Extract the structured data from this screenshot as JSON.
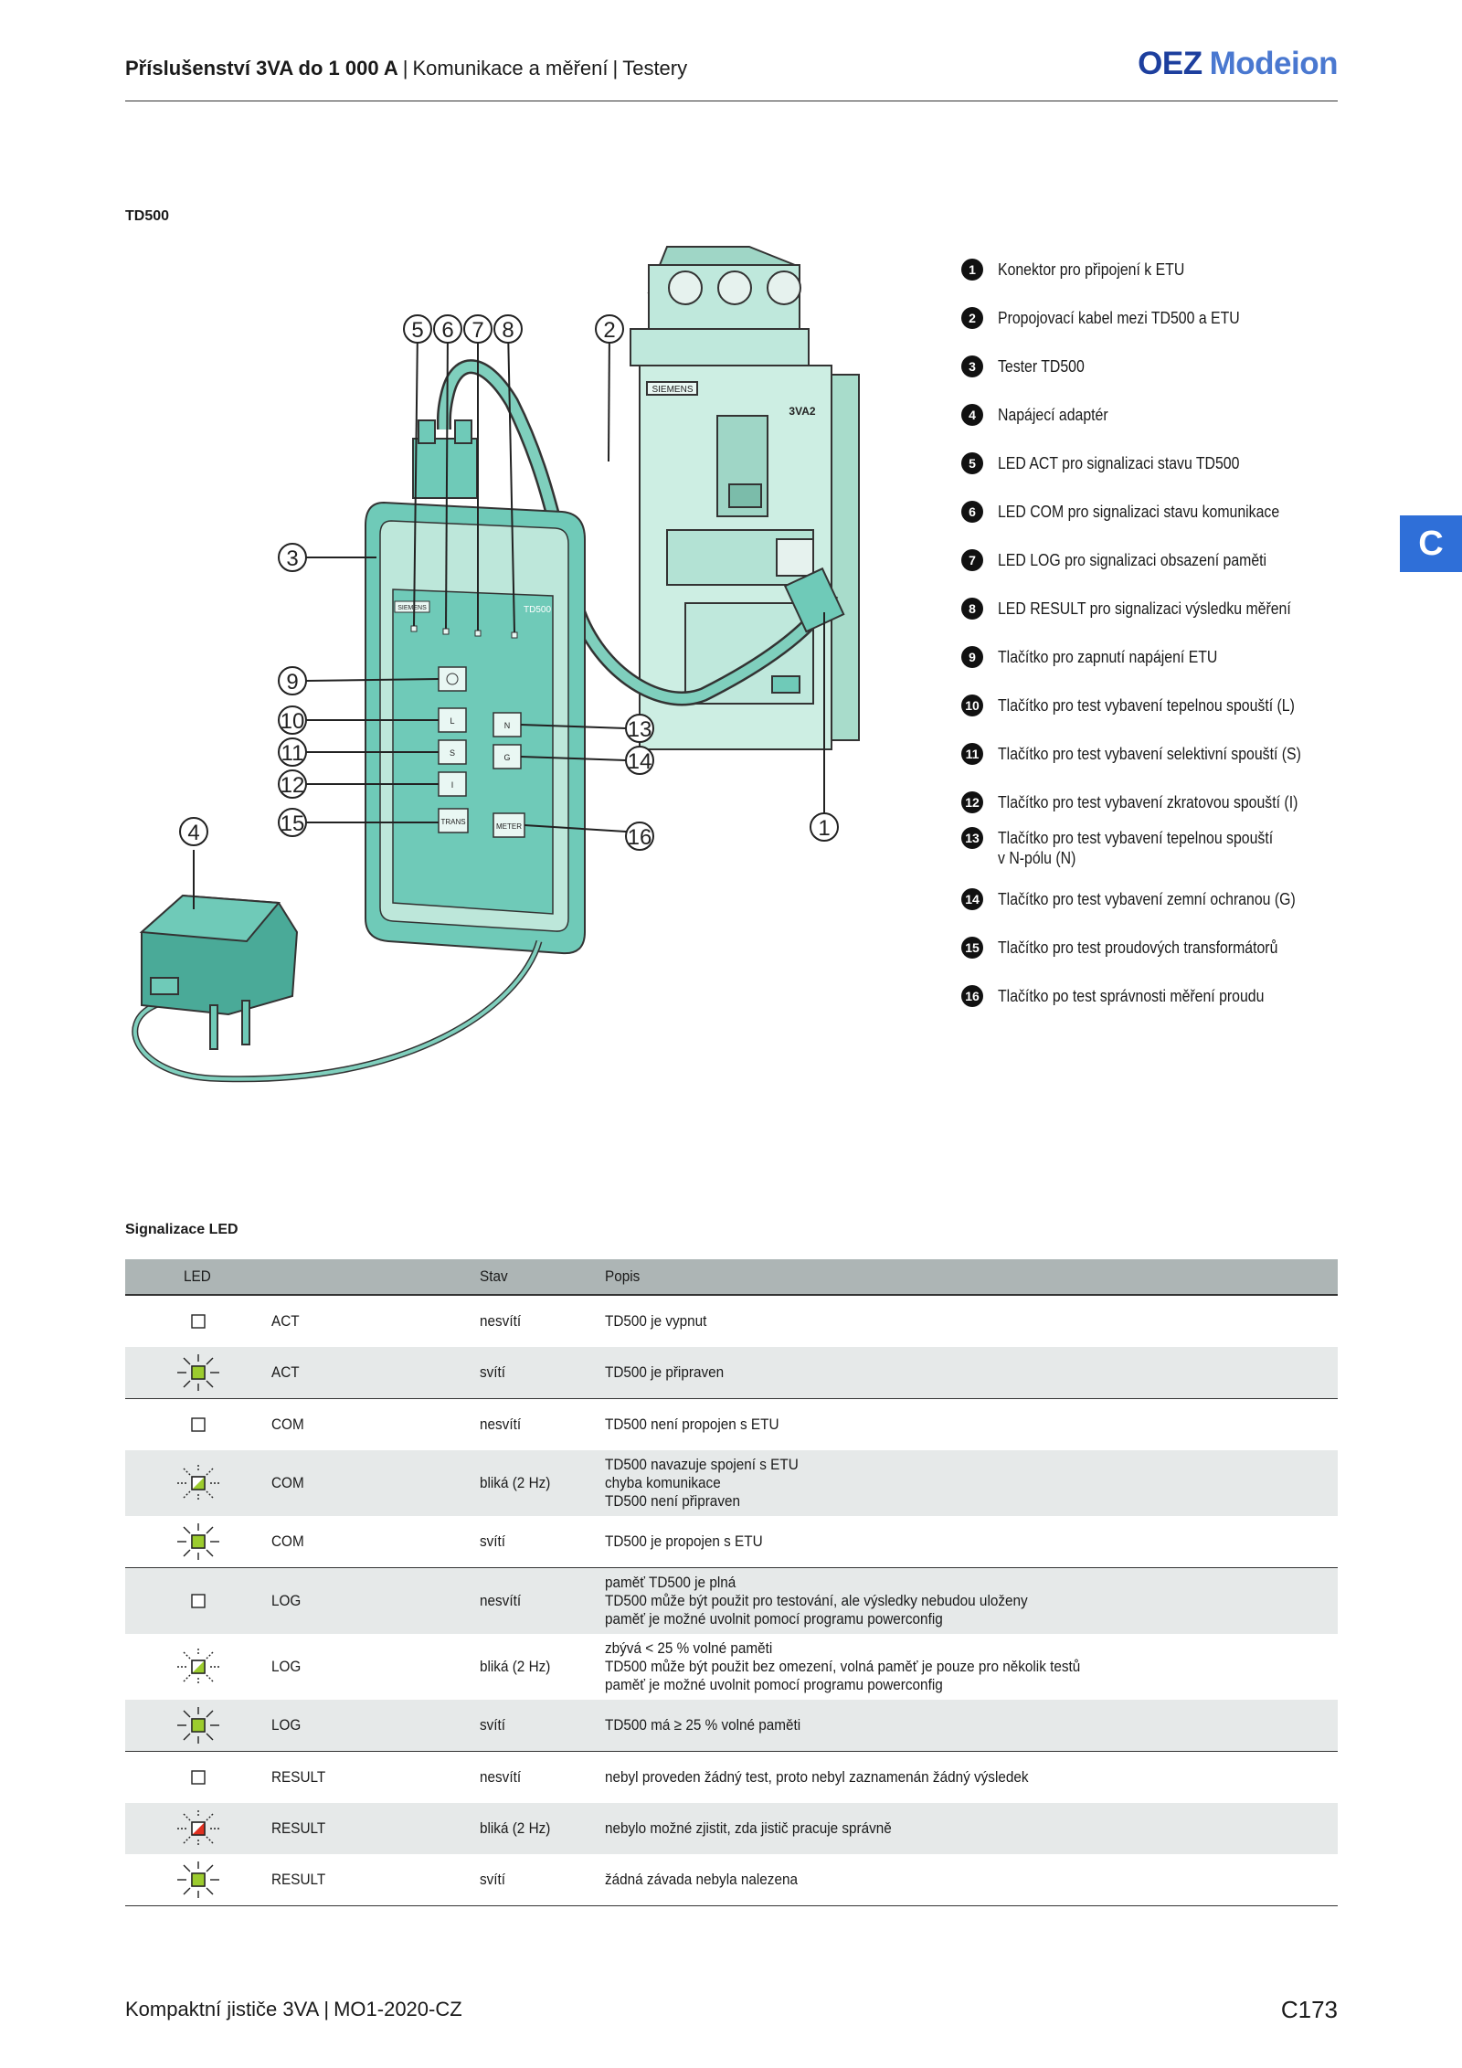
{
  "header": {
    "title_bold": "Příslušenství 3VA do 1 000 A",
    "title_part2": "Komunikace a měření",
    "title_part3": "Testery",
    "logo_oez": "OEZ",
    "logo_modeion": "Modeion"
  },
  "side_tab": "C",
  "section_td500": "TD500",
  "diagram": {
    "tester_brand": "SIEMENS",
    "tester_model": "TD500",
    "breaker_brand": "SIEMENS",
    "breaker_model": "3VA2",
    "buttons": {
      "l": "L",
      "n": "N",
      "s": "S",
      "g": "G",
      "i": "I",
      "trans": "TRANS",
      "meter": "METER"
    },
    "callouts": [
      "1",
      "2",
      "3",
      "4",
      "5",
      "6",
      "7",
      "8",
      "9",
      "10",
      "11",
      "12",
      "13",
      "14",
      "15",
      "16"
    ]
  },
  "legend": [
    {
      "num": "1",
      "text": "Konektor pro připojení k ETU"
    },
    {
      "num": "2",
      "text": "Propojovací kabel mezi TD500 a ETU"
    },
    {
      "num": "3",
      "text": "Tester TD500"
    },
    {
      "num": "4",
      "text": "Napájecí adaptér"
    },
    {
      "num": "5",
      "text": "LED ACT pro signalizaci stavu TD500"
    },
    {
      "num": "6",
      "text": "LED COM pro signalizaci stavu komunikace"
    },
    {
      "num": "7",
      "text": "LED LOG pro signalizaci obsazení paměti"
    },
    {
      "num": "8",
      "text": "LED RESULT pro signalizaci výsledku měření"
    },
    {
      "num": "9",
      "text": "Tlačítko pro zapnutí napájení ETU"
    },
    {
      "num": "10",
      "text": "Tlačítko pro test vybavení tepelnou spouští (L)"
    },
    {
      "num": "11",
      "text": "Tlačítko pro test vybavení selektivní spouští (S)"
    },
    {
      "num": "12",
      "text": "Tlačítko pro test vybavení zkratovou spouští (I)"
    },
    {
      "num": "13",
      "text": "Tlačítko pro test vybavení tepelnou spouští\nv N-pólu (N)"
    },
    {
      "num": "14",
      "text": "Tlačítko pro test vybavení zemní ochranou (G)"
    },
    {
      "num": "15",
      "text": "Tlačítko pro test proudových transformátorů"
    },
    {
      "num": "16",
      "text": "Tlačítko po test správnosti měření proudu"
    }
  ],
  "section_led": "Signalizace LED",
  "table": {
    "headers": {
      "led": "LED",
      "state": "Stav",
      "desc": "Popis"
    },
    "rows": [
      {
        "icon": "off",
        "led": "ACT",
        "state": "nesvítí",
        "desc": "TD500 je vypnut"
      },
      {
        "icon": "on-green",
        "led": "ACT",
        "state": "svítí",
        "desc": "TD500 je připraven"
      },
      {
        "icon": "off",
        "led": "COM",
        "state": "nesvítí",
        "desc": "TD500 není propojen s ETU"
      },
      {
        "icon": "blink-green",
        "led": "COM",
        "state": "bliká (2 Hz)",
        "desc": "TD500 navazuje spojení s ETU\nchyba komunikace\nTD500 není připraven"
      },
      {
        "icon": "on-green",
        "led": "COM",
        "state": "svítí",
        "desc": "TD500 je propojen s ETU"
      },
      {
        "icon": "off",
        "led": "LOG",
        "state": "nesvítí",
        "desc": "paměť TD500 je plná\nTD500 může být použit pro testování, ale výsledky nebudou uloženy\npaměť je možné uvolnit pomocí programu powerconfig"
      },
      {
        "icon": "blink-green",
        "led": "LOG",
        "state": "bliká (2 Hz)",
        "desc": "zbývá < 25 % volné paměti\nTD500 může být použit bez omezení, volná paměť je pouze pro několik testů\npaměť je možné uvolnit pomocí programu powerconfig"
      },
      {
        "icon": "on-green",
        "led": "LOG",
        "state": "svítí",
        "desc": "TD500 má ≥ 25 % volné paměti"
      },
      {
        "icon": "off",
        "led": "RESULT",
        "state": "nesvítí",
        "desc": "nebyl proveden žádný test, proto nebyl zaznamenán žádný výsledek"
      },
      {
        "icon": "blink-red",
        "led": "RESULT",
        "state": "bliká (2 Hz)",
        "desc": "nebylo možné zjistit, zda jistič pracuje správně"
      },
      {
        "icon": "on-green",
        "led": "RESULT",
        "state": "svítí",
        "desc": "žádná závada nebyla nalezena"
      }
    ]
  },
  "footer": {
    "left_part1": "Kompaktní jističe 3VA",
    "left_part2": "MO1-2020-CZ",
    "page": "C173"
  },
  "colors": {
    "tester": "#6fcab8",
    "tester_dark": "#4aaa98",
    "breaker": "#bfe8dc",
    "led_green": "#9ccc2e",
    "led_red": "#e03020",
    "brand_blue": "#1d3f9e",
    "tab_blue": "#2f6fd8"
  }
}
